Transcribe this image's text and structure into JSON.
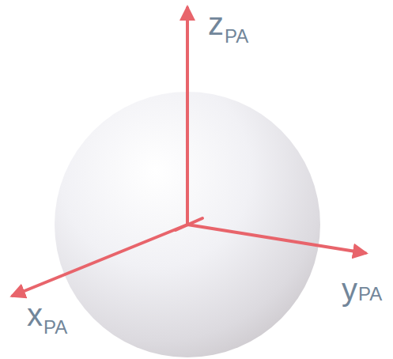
{
  "diagram": {
    "labels": [
      "z",
      "PA",
      "y",
      "PA",
      "x",
      "PA"
    ]
  }
}
